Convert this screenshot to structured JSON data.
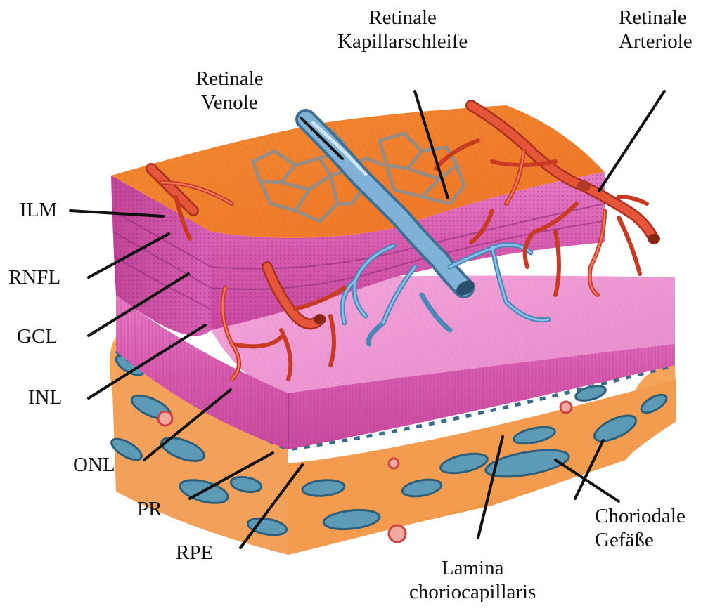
{
  "labels": {
    "kapillarschleife": [
      "Retinale",
      "Kapillarschleife"
    ],
    "arteriole": [
      "Retinale",
      "Arteriole"
    ],
    "venole": [
      "Retinale",
      "Venole"
    ],
    "ilm": "ILM",
    "rnfl": "RNFL",
    "gcl": "GCL",
    "inl": "INL",
    "onl": "ONL",
    "pr": "PR",
    "rpe": "RPE",
    "lamina": [
      "Lamina",
      "choriocapillaris"
    ],
    "choriodale": [
      "Choriodale",
      "Gefäße"
    ]
  },
  "colors": {
    "surface": "#f07a2a",
    "surface_light": "#f7983f",
    "retina_pink": "#d64aa8",
    "retina_pink_light": "#ef8fd0",
    "choroid": "#f5a25a",
    "choroid_vessel": "#5d9ab6",
    "artery": "#e0442a",
    "vein": "#6aa7d2",
    "capillary": "#9a9a9a",
    "leader": "#111111"
  }
}
